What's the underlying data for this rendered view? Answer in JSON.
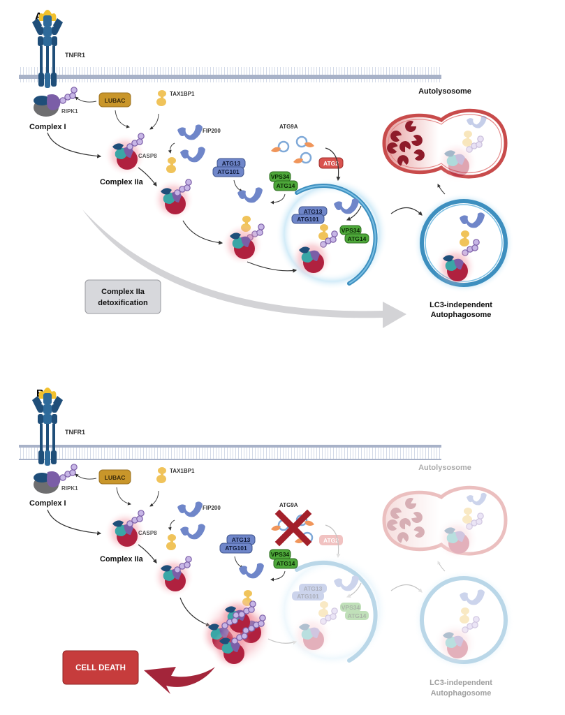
{
  "panels": [
    {
      "letter": "A",
      "labels": {
        "receptor": "TNFR1",
        "ripk1": "RIPK1",
        "complex1": "Complex I",
        "lubac": "LUBAC",
        "tax1bp1": "TAX1BP1",
        "fip200": "FIP200",
        "casp8": "CASP8",
        "complex2a": "Complex IIa",
        "atg9a": "ATG9A",
        "atg2": "ATG2",
        "atg13": "ATG13",
        "atg101": "ATG101",
        "vps34": "VPS34",
        "atg14": "ATG14",
        "autolysosome": "Autolysosome",
        "autophagosome_line1": "LC3-independent",
        "autophagosome_line2": "Autophagosome",
        "outcome_line1": "Complex IIa",
        "outcome_line2": "detoxification"
      },
      "state": "normal"
    },
    {
      "letter": "B",
      "labels": {
        "receptor": "TNFR1",
        "ripk1": "RIPK1",
        "complex1": "Complex I",
        "lubac": "LUBAC",
        "tax1bp1": "TAX1BP1",
        "fip200": "FIP200",
        "casp8": "CASP8",
        "complex2a": "Complex IIa",
        "atg9a": "ATG9A",
        "atg2": "ATG2",
        "atg13": "ATG13",
        "atg101": "ATG101",
        "vps34": "VPS34",
        "atg14": "ATG14",
        "autolysosome": "Autolysosome",
        "autophagosome_line1": "LC3-independent",
        "autophagosome_line2": "Autophagosome",
        "outcome": "CELL DEATH"
      },
      "state": "ATG9A blocked"
    }
  ],
  "colors": {
    "receptor": "#1f4e79",
    "ligand": "#f2c12e",
    "ripk1": "#7b5ea7",
    "ub": "#b9a3dc",
    "lubac": "#c9962a",
    "tax1bp1": "#f0c35a",
    "fip200": "#6f86c9",
    "casp8_red": "#b0213f",
    "casp8_teal": "#3aa6a6",
    "atg_blue": "#6f86c9",
    "vps_green": "#4ea83a",
    "atg2_red": "#d9534f",
    "atg9a_orange": "#f0955a",
    "phagophore": "#3d8fbf",
    "lysosome": "#c84b4b",
    "death_red": "#c63c3c",
    "detox_gray": "#d7d8dc"
  }
}
